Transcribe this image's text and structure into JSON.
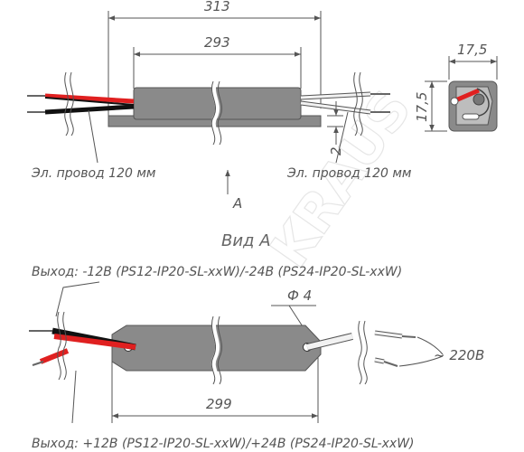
{
  "watermark": "KRAUS",
  "top_view": {
    "dim_overall": "313",
    "dim_body": "293",
    "wire_left": "Эл. провод 120 мм",
    "wire_right": "Эл. провод 120 мм",
    "view_marker": "A",
    "dim_height": "2"
  },
  "side_view": {
    "dim_width": "17,5",
    "dim_height": "17,5"
  },
  "view_a": {
    "title": "Вид А",
    "output_minus": "Выход: -12В (PS12-IP20-SL-xxW)/-24В (PS24-IP20-SL-xxW)",
    "hole_dim": "Ф 4",
    "input_voltage": "~ 220В",
    "dim_length": "299",
    "output_plus": "Выход: +12В (PS12-IP20-SL-xxW)/+24В (PS24-IP20-SL-xxW)"
  },
  "colors": {
    "body": "#8a8a8a",
    "wire_red": "#e02020",
    "wire_black": "#111111",
    "wire_white": "#f2f2f2",
    "dimension": "#555555"
  }
}
